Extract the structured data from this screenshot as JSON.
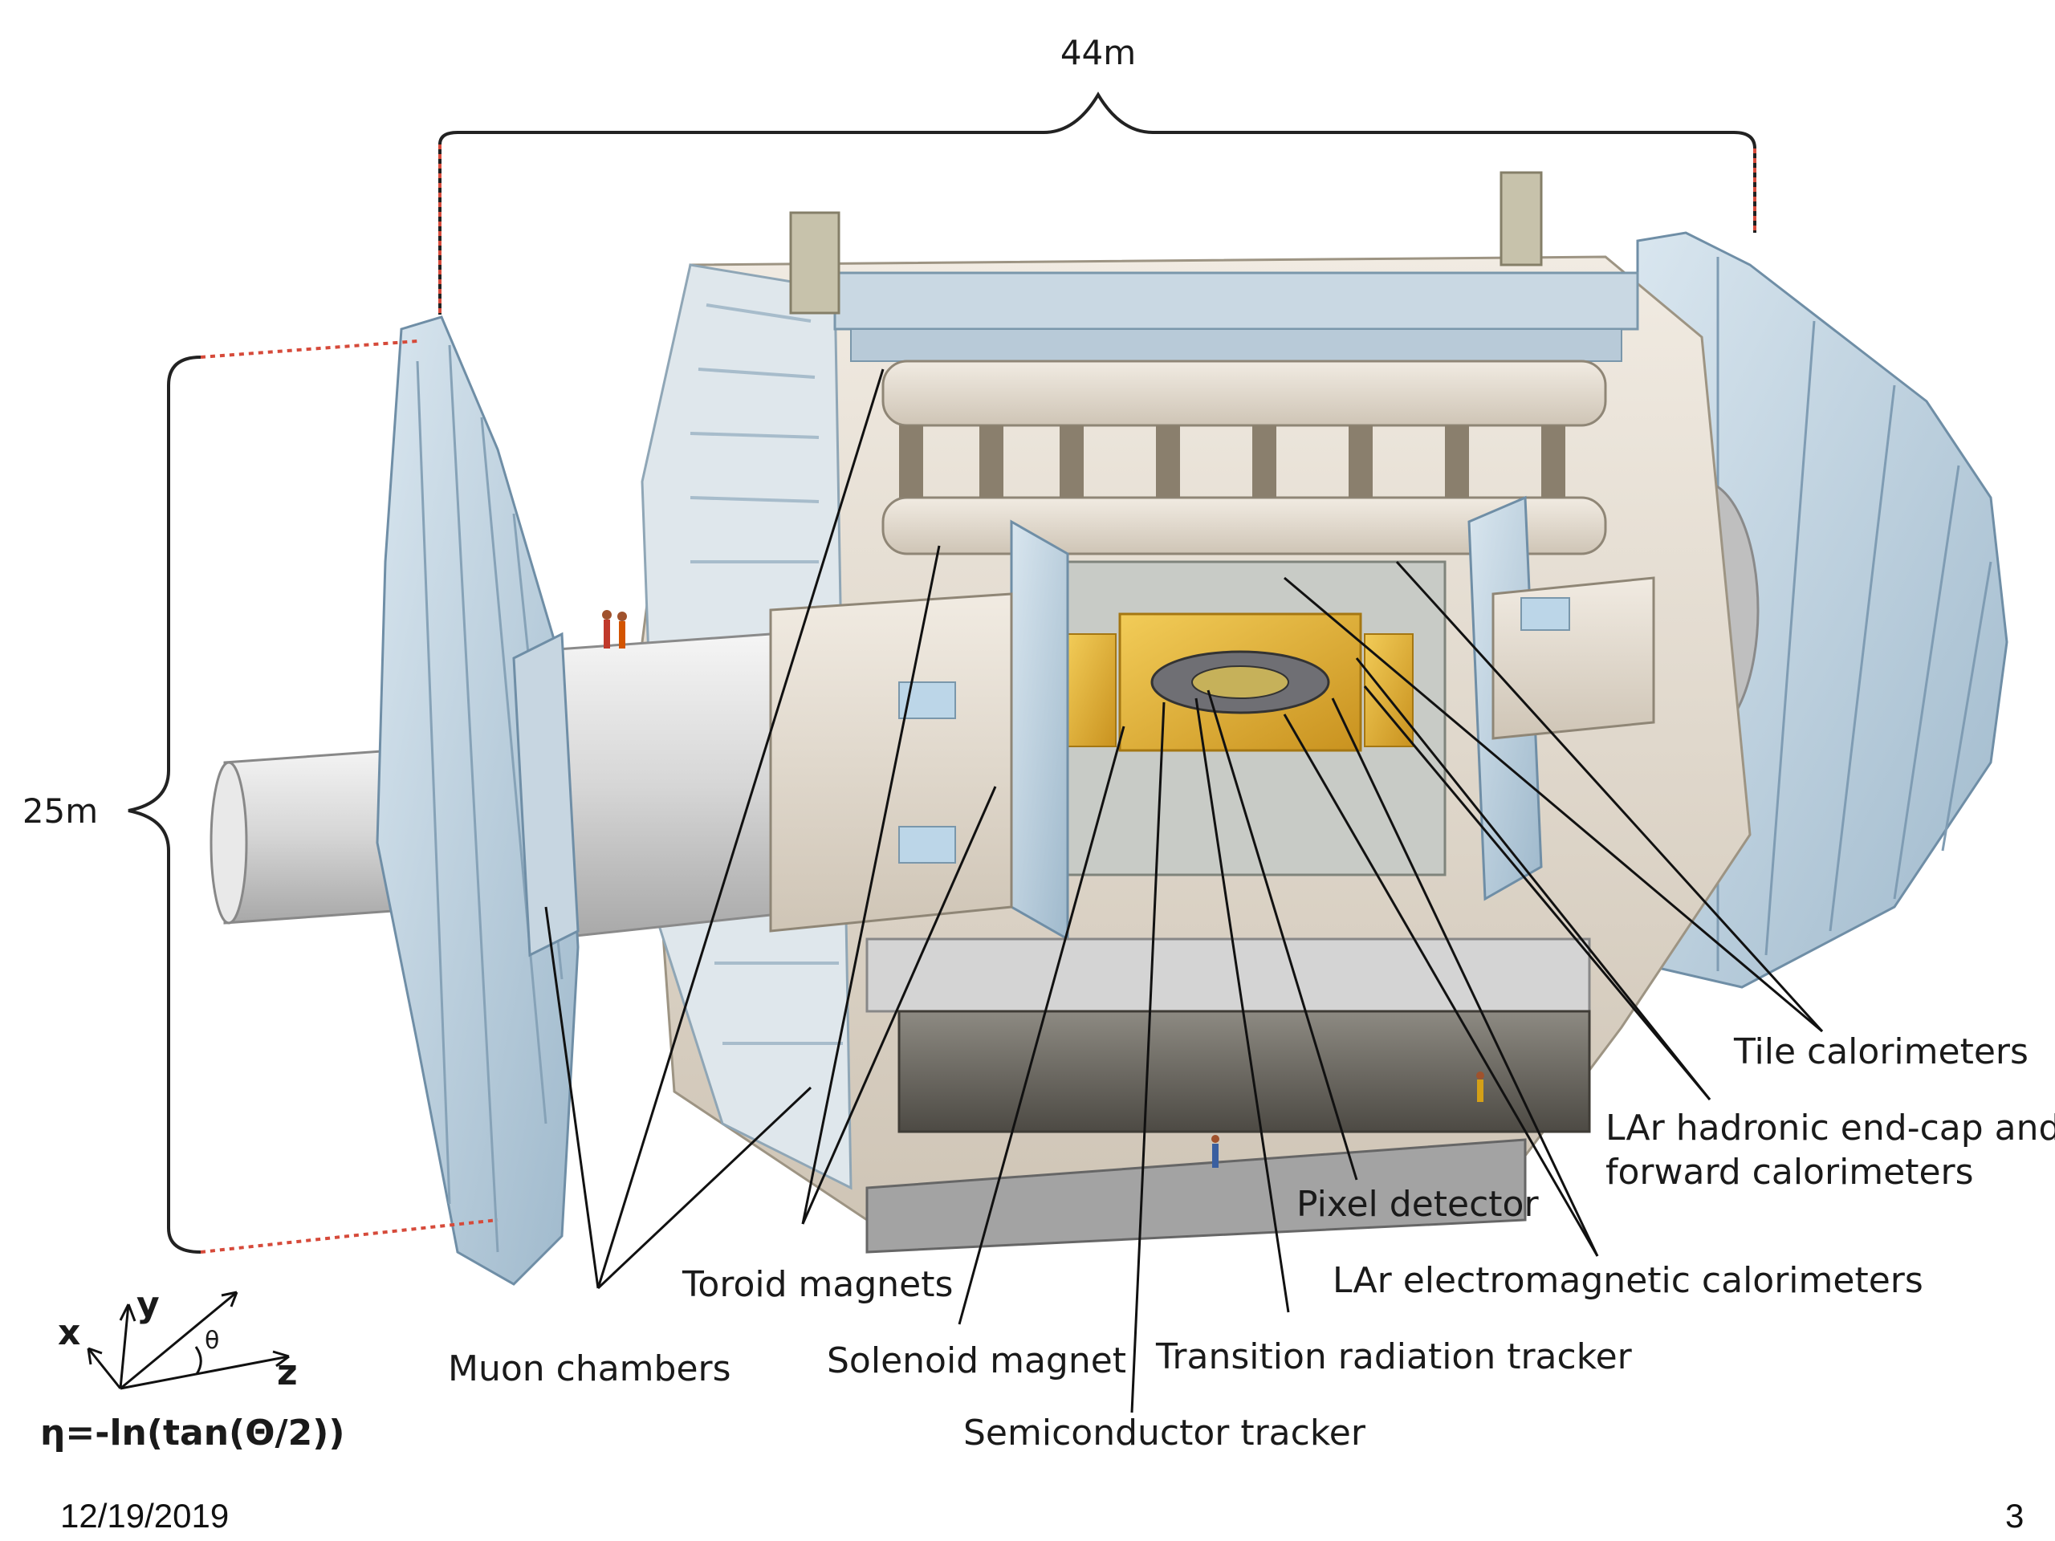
{
  "dimensions": {
    "width_label": "44m",
    "height_label": "25m"
  },
  "labels": {
    "muon_chambers": "Muon chambers",
    "toroid_magnets": "Toroid magnets",
    "solenoid_magnet": "Solenoid magnet",
    "semiconductor_tracker": "Semiconductor tracker",
    "transition_radiation_tracker": "Transition radiation tracker",
    "pixel_detector": "Pixel detector",
    "lar_em": "LAr electromagnetic calorimeters",
    "lar_hadronic_line1": "LAr hadronic end-cap and",
    "lar_hadronic_line2": "forward calorimeters",
    "tile_calorimeters": "Tile calorimeters"
  },
  "axes": {
    "x": "x",
    "y": "y",
    "z": "z",
    "theta": "θ",
    "formula": "η=-ln(tan(Θ/2))"
  },
  "footer": {
    "date": "12/19/2019",
    "page_number": "3"
  },
  "colors": {
    "steel_blue": "#a9c4d8",
    "beige": "#e6ddd0",
    "gold": "#e2b43a",
    "dashed_red": "#d64a3a"
  }
}
